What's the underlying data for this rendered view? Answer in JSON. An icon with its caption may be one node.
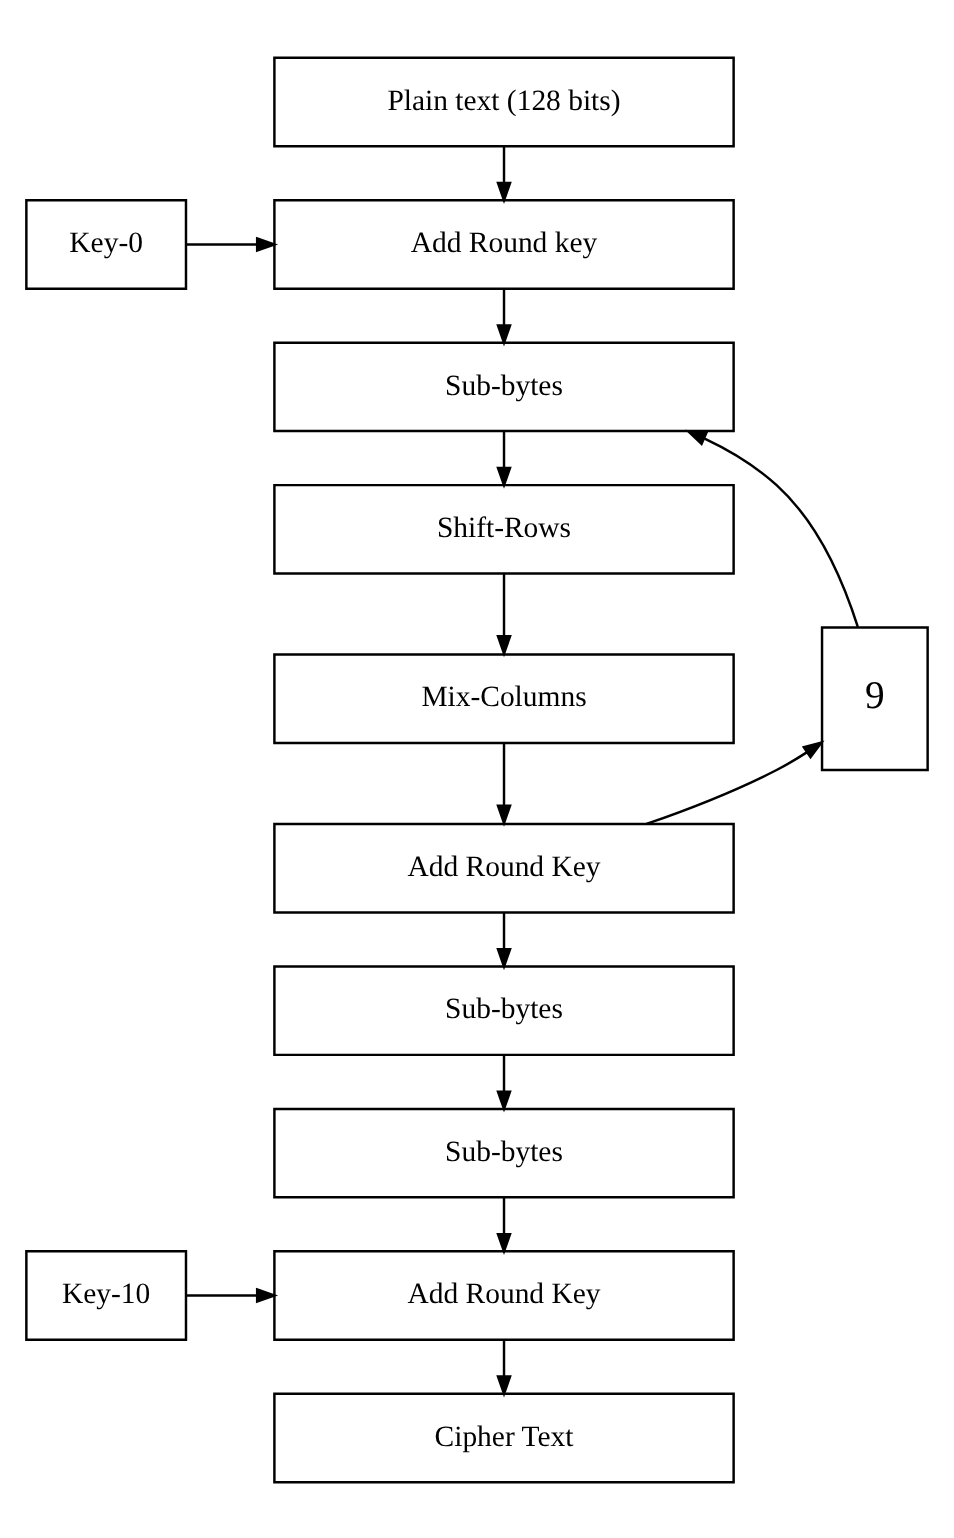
{
  "diagram": {
    "nodes": [
      {
        "text": [
          "Plain text (128 bits)"
        ]
      },
      {
        "text": [
          "Add Round key"
        ]
      },
      {
        "text": [
          "Key-0"
        ]
      },
      {
        "text": [
          "Sub-bytes"
        ]
      },
      {
        "text": [
          "Shift-Rows"
        ]
      },
      {
        "text": [
          "Mix-Columns"
        ]
      },
      {
        "text": [
          "Add Round Key"
        ]
      },
      {
        "text": [
          "9"
        ]
      },
      {
        "text": [
          "Sub-bytes"
        ]
      },
      {
        "text": [
          "Sub-bytes"
        ]
      },
      {
        "text": [
          "Add Round Key"
        ]
      },
      {
        "text": [
          "Key-10"
        ]
      },
      {
        "text": [
          "Cipher Text"
        ]
      }
    ],
    "edges": [
      {
        "from": 0,
        "to": 1,
        "arrow": "to"
      },
      {
        "from": 2,
        "to": 1,
        "arrow": "to"
      },
      {
        "from": 1,
        "to": 3,
        "arrow": "to"
      },
      {
        "from": 3,
        "to": 4,
        "arrow": "to"
      },
      {
        "from": 4,
        "to": 5,
        "arrow": "to"
      },
      {
        "from": 5,
        "to": 6,
        "arrow": "to"
      },
      {
        "from": 6,
        "to": 7,
        "arrow": "to"
      },
      {
        "from": 7,
        "to": 3,
        "arrow": "to"
      },
      {
        "from": 6,
        "to": 8,
        "arrow": "to"
      },
      {
        "from": 8,
        "to": 9,
        "arrow": "to"
      },
      {
        "from": 9,
        "to": 10,
        "arrow": "to"
      },
      {
        "from": 11,
        "to": 10,
        "arrow": "to"
      },
      {
        "from": 10,
        "to": 12,
        "arrow": "to"
      }
    ]
  }
}
